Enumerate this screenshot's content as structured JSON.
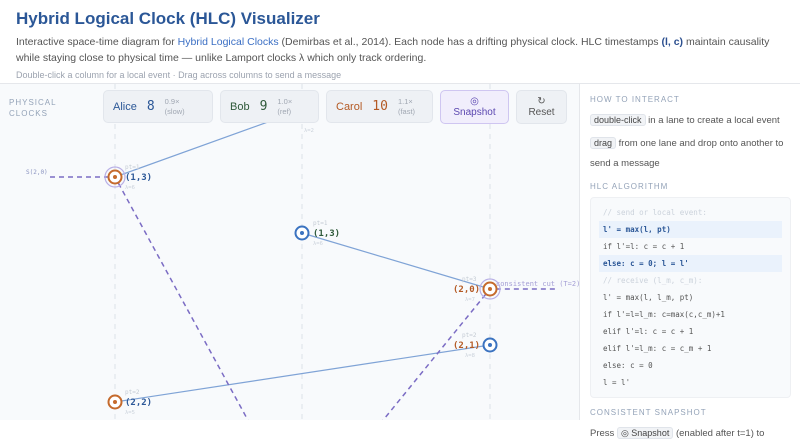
{
  "header": {
    "title": "Hybrid Logical Clock (HLC) Visualizer",
    "desc_pre": "Interactive space-time diagram for ",
    "desc_link": "Hybrid Logical Clocks",
    "desc_mid": " (Demirbas et al., 2014). Each node has a drifting physical clock. HLC timestamps ",
    "desc_bold": "(l, c)",
    "desc_post": " maintain causality while staying close to physical time — unlike Lamport clocks λ which only track ordering.",
    "hint": "Double-click a column for a local event  ·  Drag across columns to send a message"
  },
  "controls": {
    "label": "PHYSICAL CLOCKS",
    "clocks": [
      {
        "name": "Alice",
        "value": "8",
        "rate": "0.9×",
        "note": "(slow)",
        "color": "#2b5797"
      },
      {
        "name": "Bob",
        "value": "9",
        "rate": "1.0×",
        "note": "(ref)",
        "color": "#2f5a3a"
      },
      {
        "name": "Carol",
        "value": "10",
        "rate": "1.1×",
        "note": "(fast)",
        "color": "#b45a24"
      }
    ],
    "snapshot": "Snapshot",
    "snapshot_icon": "◎",
    "reset": "Reset",
    "reset_icon": "↻"
  },
  "diagram": {
    "snap_label": "S(2,0)",
    "cut_label": "consistent cut (T=2)",
    "top_lambda": "λ=2",
    "events": [
      {
        "ts": "(1,3)",
        "pt": "pt=1",
        "lam": "λ=6"
      },
      {
        "ts": "(1,3)",
        "pt": "pt=1",
        "lam": "λ=6"
      },
      {
        "ts": "(2,0)",
        "pt": "pt=3",
        "lam": "λ=7"
      },
      {
        "ts": "(2,1)",
        "pt": "pt=2",
        "lam": "λ=8"
      },
      {
        "ts": "(2,2)",
        "pt": "pt=2",
        "lam": "λ=5"
      }
    ]
  },
  "sidebar": {
    "how_title": "HOW TO INTERACT",
    "k1": "double-click",
    "t1": " in a lane to create a local event",
    "k2": "drag",
    "t2": " from one lane and drop onto another to send a message",
    "algo_title": "HLC ALGORITHM",
    "code": [
      "// send or local event:",
      "l' = max(l, pt)",
      "if l'=l: c = c + 1",
      "else: c = 0; l = l'",
      "// receive (l_m, c_m):",
      "l' = max(l, l_m, pt)",
      "if l'=l=l_m: c=max(c,c_m)+1",
      "elif l'=l: c = c + 1",
      "elif l'=l_m: c = c_m + 1",
      "else: c = 0",
      "l = l'"
    ],
    "snap_title": "CONSISTENT SNAPSHOT",
    "snap_pre": "Press ",
    "snap_kbd": "◎ Snapshot",
    "snap_post": " (enabled after t=1) to"
  }
}
